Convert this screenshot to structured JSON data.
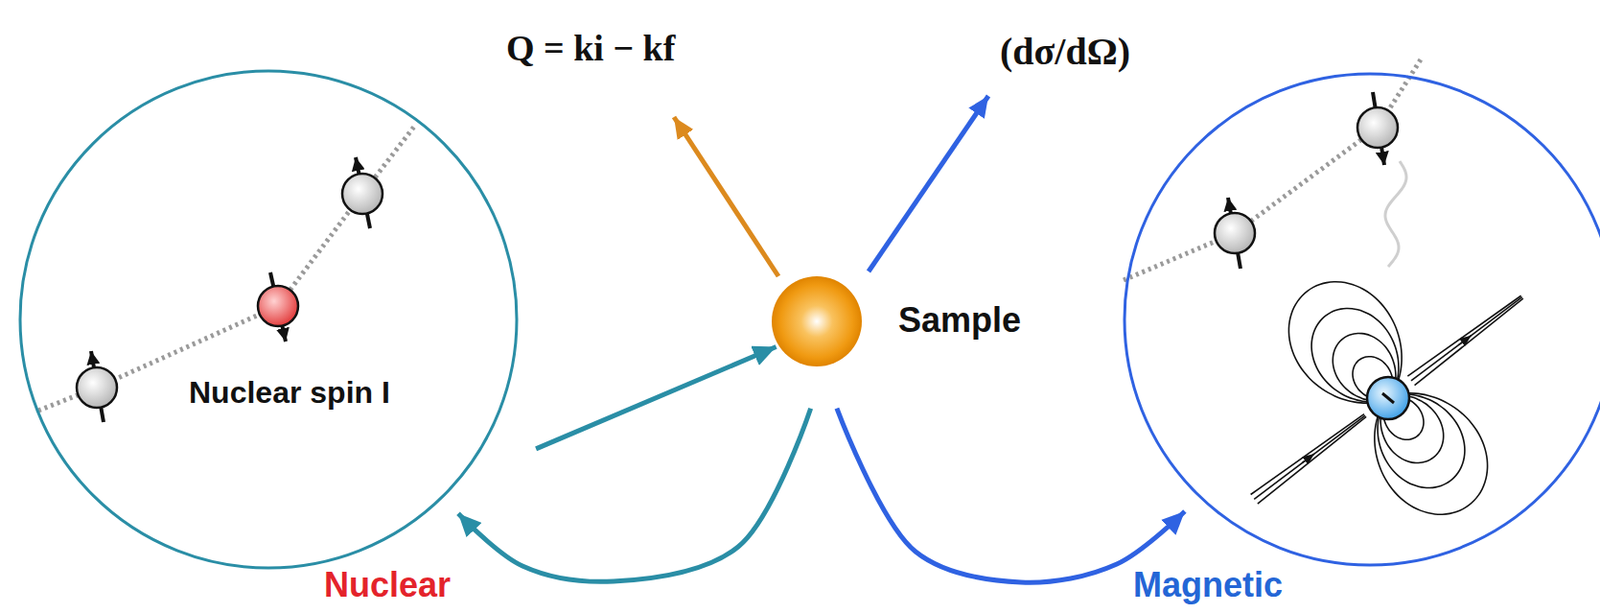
{
  "diagram": {
    "nodes": [
      {
        "text": [
          "Nuclear spin I",
          "Nuclear"
        ]
      },
      {
        "text": [
          "Sample"
        ]
      },
      {
        "text": [
          "Magnetic"
        ]
      }
    ],
    "edges": [
      {
        "from": 0,
        "to": 1,
        "arrow": "to"
      },
      {
        "from": 1,
        "to": 0,
        "arrow": "to"
      },
      {
        "from": 1,
        "to": 2,
        "arrow": "to"
      }
    ],
    "labels": [
      "Q = ki − kf",
      "(dσ/dΩ)"
    ]
  }
}
